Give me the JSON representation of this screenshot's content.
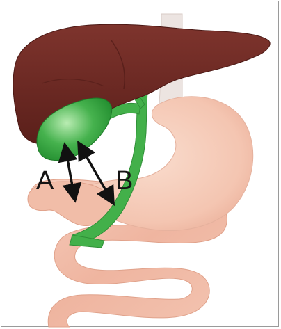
{
  "labels": {
    "a": "A",
    "b": "B"
  },
  "structures": [
    {
      "name": "liver",
      "color": "#6e2a24"
    },
    {
      "name": "gallbladder",
      "color": "#2fa43a"
    },
    {
      "name": "bile-duct",
      "color": "#43b04a"
    },
    {
      "name": "esophagus",
      "color": "#e9e2df"
    },
    {
      "name": "stomach",
      "color": "#f3c7b4"
    },
    {
      "name": "duodenum",
      "color": "#f1bda8"
    },
    {
      "name": "small-intestine",
      "color": "#efb6a0"
    }
  ]
}
